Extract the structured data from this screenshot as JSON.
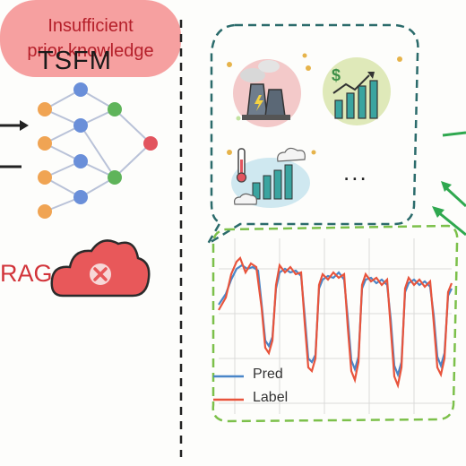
{
  "title": "TSFM",
  "rag_label": "RAG",
  "insufficient": {
    "line1": "Insufficient",
    "line2": "prior knowledge"
  },
  "ellipsis": "...",
  "legend": {
    "pred": "Pred",
    "label": "Label"
  },
  "icons": [
    "power-plant-icon",
    "finance-growth-icon",
    "weather-bar-icon",
    "cloud-error-icon"
  ],
  "colors": {
    "pred": "#4a86c8",
    "label": "#e8543c",
    "dashed_teal": "#2b6b6b",
    "dashed_green": "#7cc04a",
    "arrow_green": "#2fa84f",
    "node_orange": "#f0a453",
    "node_blue": "#6a8fd9",
    "node_green": "#5fb45a",
    "node_red": "#e2545e"
  }
}
